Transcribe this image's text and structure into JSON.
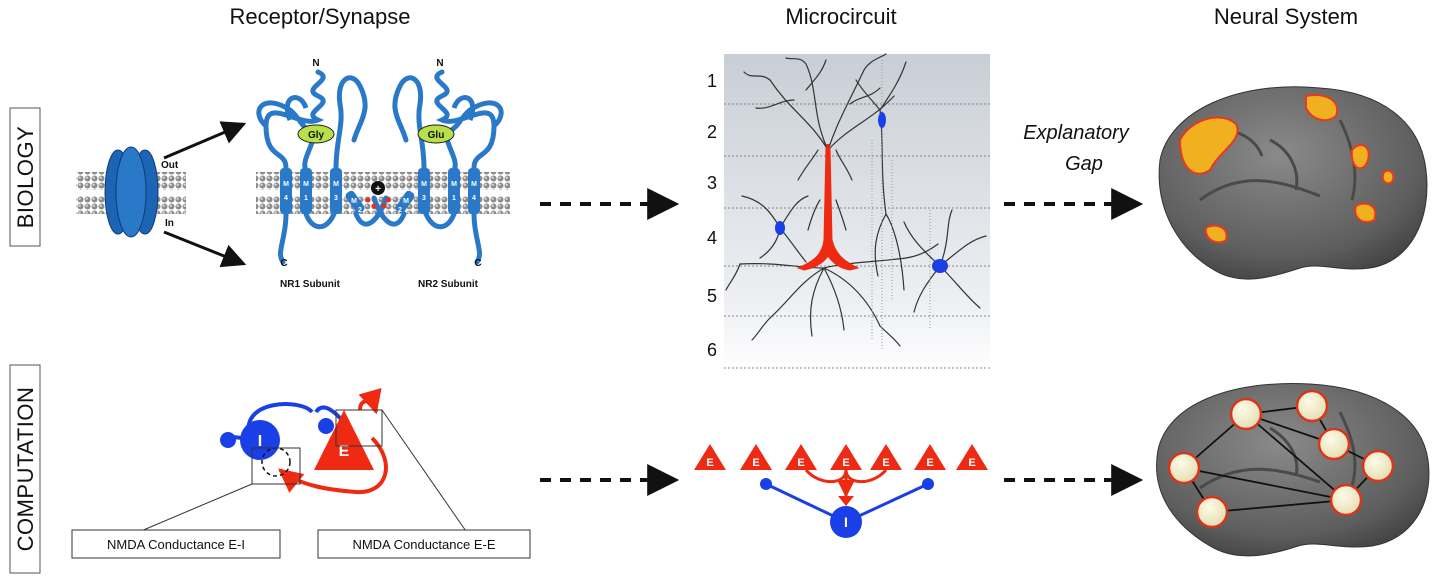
{
  "columns": {
    "receptor": "Receptor/Synapse",
    "microcircuit": "Microcircuit",
    "neural_system": "Neural System"
  },
  "rows": {
    "biology": "BIOLOGY",
    "computation": "COMPUTATION"
  },
  "receptor": {
    "out_label": "Out",
    "in_label": "In",
    "n_left": "N",
    "n_right": "N",
    "c_left": "C",
    "c_right": "C",
    "gly": "Gly",
    "glu": "Glu",
    "charge": "+",
    "helix_m": "M",
    "helix_nums_left": [
      "4",
      "1",
      "3"
    ],
    "helix_nums_right": [
      "3",
      "1",
      "4"
    ],
    "helix_small_left": "2",
    "helix_small_right": "2",
    "nr1": "NR1 Subunit",
    "nr2": "NR2 Subunit"
  },
  "microcircuit": {
    "layers": [
      "1",
      "2",
      "3",
      "4",
      "5",
      "6"
    ]
  },
  "explanatory_gap": [
    "Explanatory",
    "Gap"
  ],
  "computation": {
    "node_i": "I",
    "node_e": "E",
    "box_ei": "NMDA Conductance E-I",
    "box_ee": "NMDA Conductance E-E",
    "micro_e_nodes": [
      "E",
      "E",
      "E",
      "E",
      "E",
      "E",
      "E"
    ],
    "micro_i_node": "I"
  },
  "colors": {
    "blue": "#1a3fe6",
    "red": "#ee2a12",
    "receptor_blue": "#2a78c8",
    "brain_gray": "#6e6e6e",
    "node_fill": "#f1edc8",
    "node_stroke": "#d9341c"
  }
}
